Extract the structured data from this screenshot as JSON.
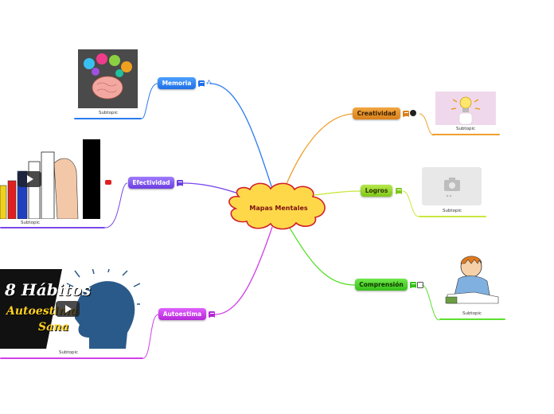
{
  "central": {
    "label": "Mapas Mentales"
  },
  "branches": {
    "creatividad": {
      "label": "Creatividad",
      "subtopic": "Subtopic"
    },
    "logros": {
      "label": "Logros",
      "subtopic": "Subtopic"
    },
    "comprension": {
      "label": "Comprensión",
      "subtopic": "Subtopic"
    },
    "memoria": {
      "label": "Memoria",
      "subtopic": "Subtopic"
    },
    "efectividad": {
      "label": "Efectividad",
      "subtopic": "Subtopic"
    },
    "autoestima": {
      "label": "Autoestima",
      "subtopic": "Subtopic",
      "video_title_1": "8 Hábitos",
      "video_title_2": "Autoestima",
      "video_title_3": "Sana"
    }
  },
  "colors": {
    "creatividad": "#f0a030",
    "logros": "#c8e840",
    "comprension": "#5ce030",
    "memoria": "#2a7cf0",
    "efectividad": "#7a48e8",
    "autoestima": "#d040e8",
    "central_fill": "#ffd84a",
    "central_border": "#d0202a"
  }
}
